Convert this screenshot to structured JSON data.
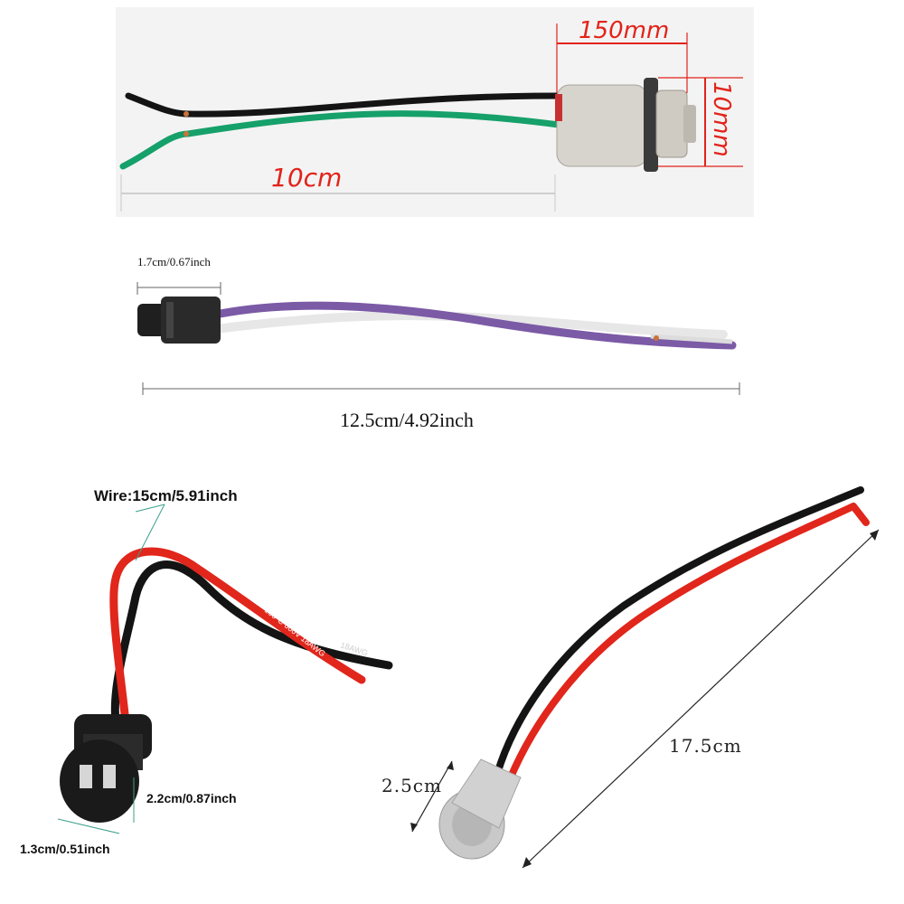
{
  "panel_top": {
    "length_label": "150mm",
    "height_label": "10mm",
    "wire_label": "10cm"
  },
  "panel_purple": {
    "socket_label": "1.7cm/0.67inch",
    "wire_label": "12.5cm/4.92inch"
  },
  "panel_black": {
    "wire_label": "Wire:15cm/5.91inch",
    "height_label": "2.2cm/0.87inch",
    "width_label": "1.3cm/0.51inch",
    "wire_print_red": "105°C 600V 18AWG",
    "wire_print_black": "18AWG"
  },
  "panel_grey": {
    "socket_label": "2.5cm",
    "wire_label": "17.5cm"
  },
  "colors": {
    "dimension_red": "#e2231a",
    "wire_green": "#16a06a",
    "wire_purple": "#7b5aa6",
    "wire_red": "#e1261c",
    "wire_black": "#141414",
    "socket_grey": "#cfcfcf"
  }
}
